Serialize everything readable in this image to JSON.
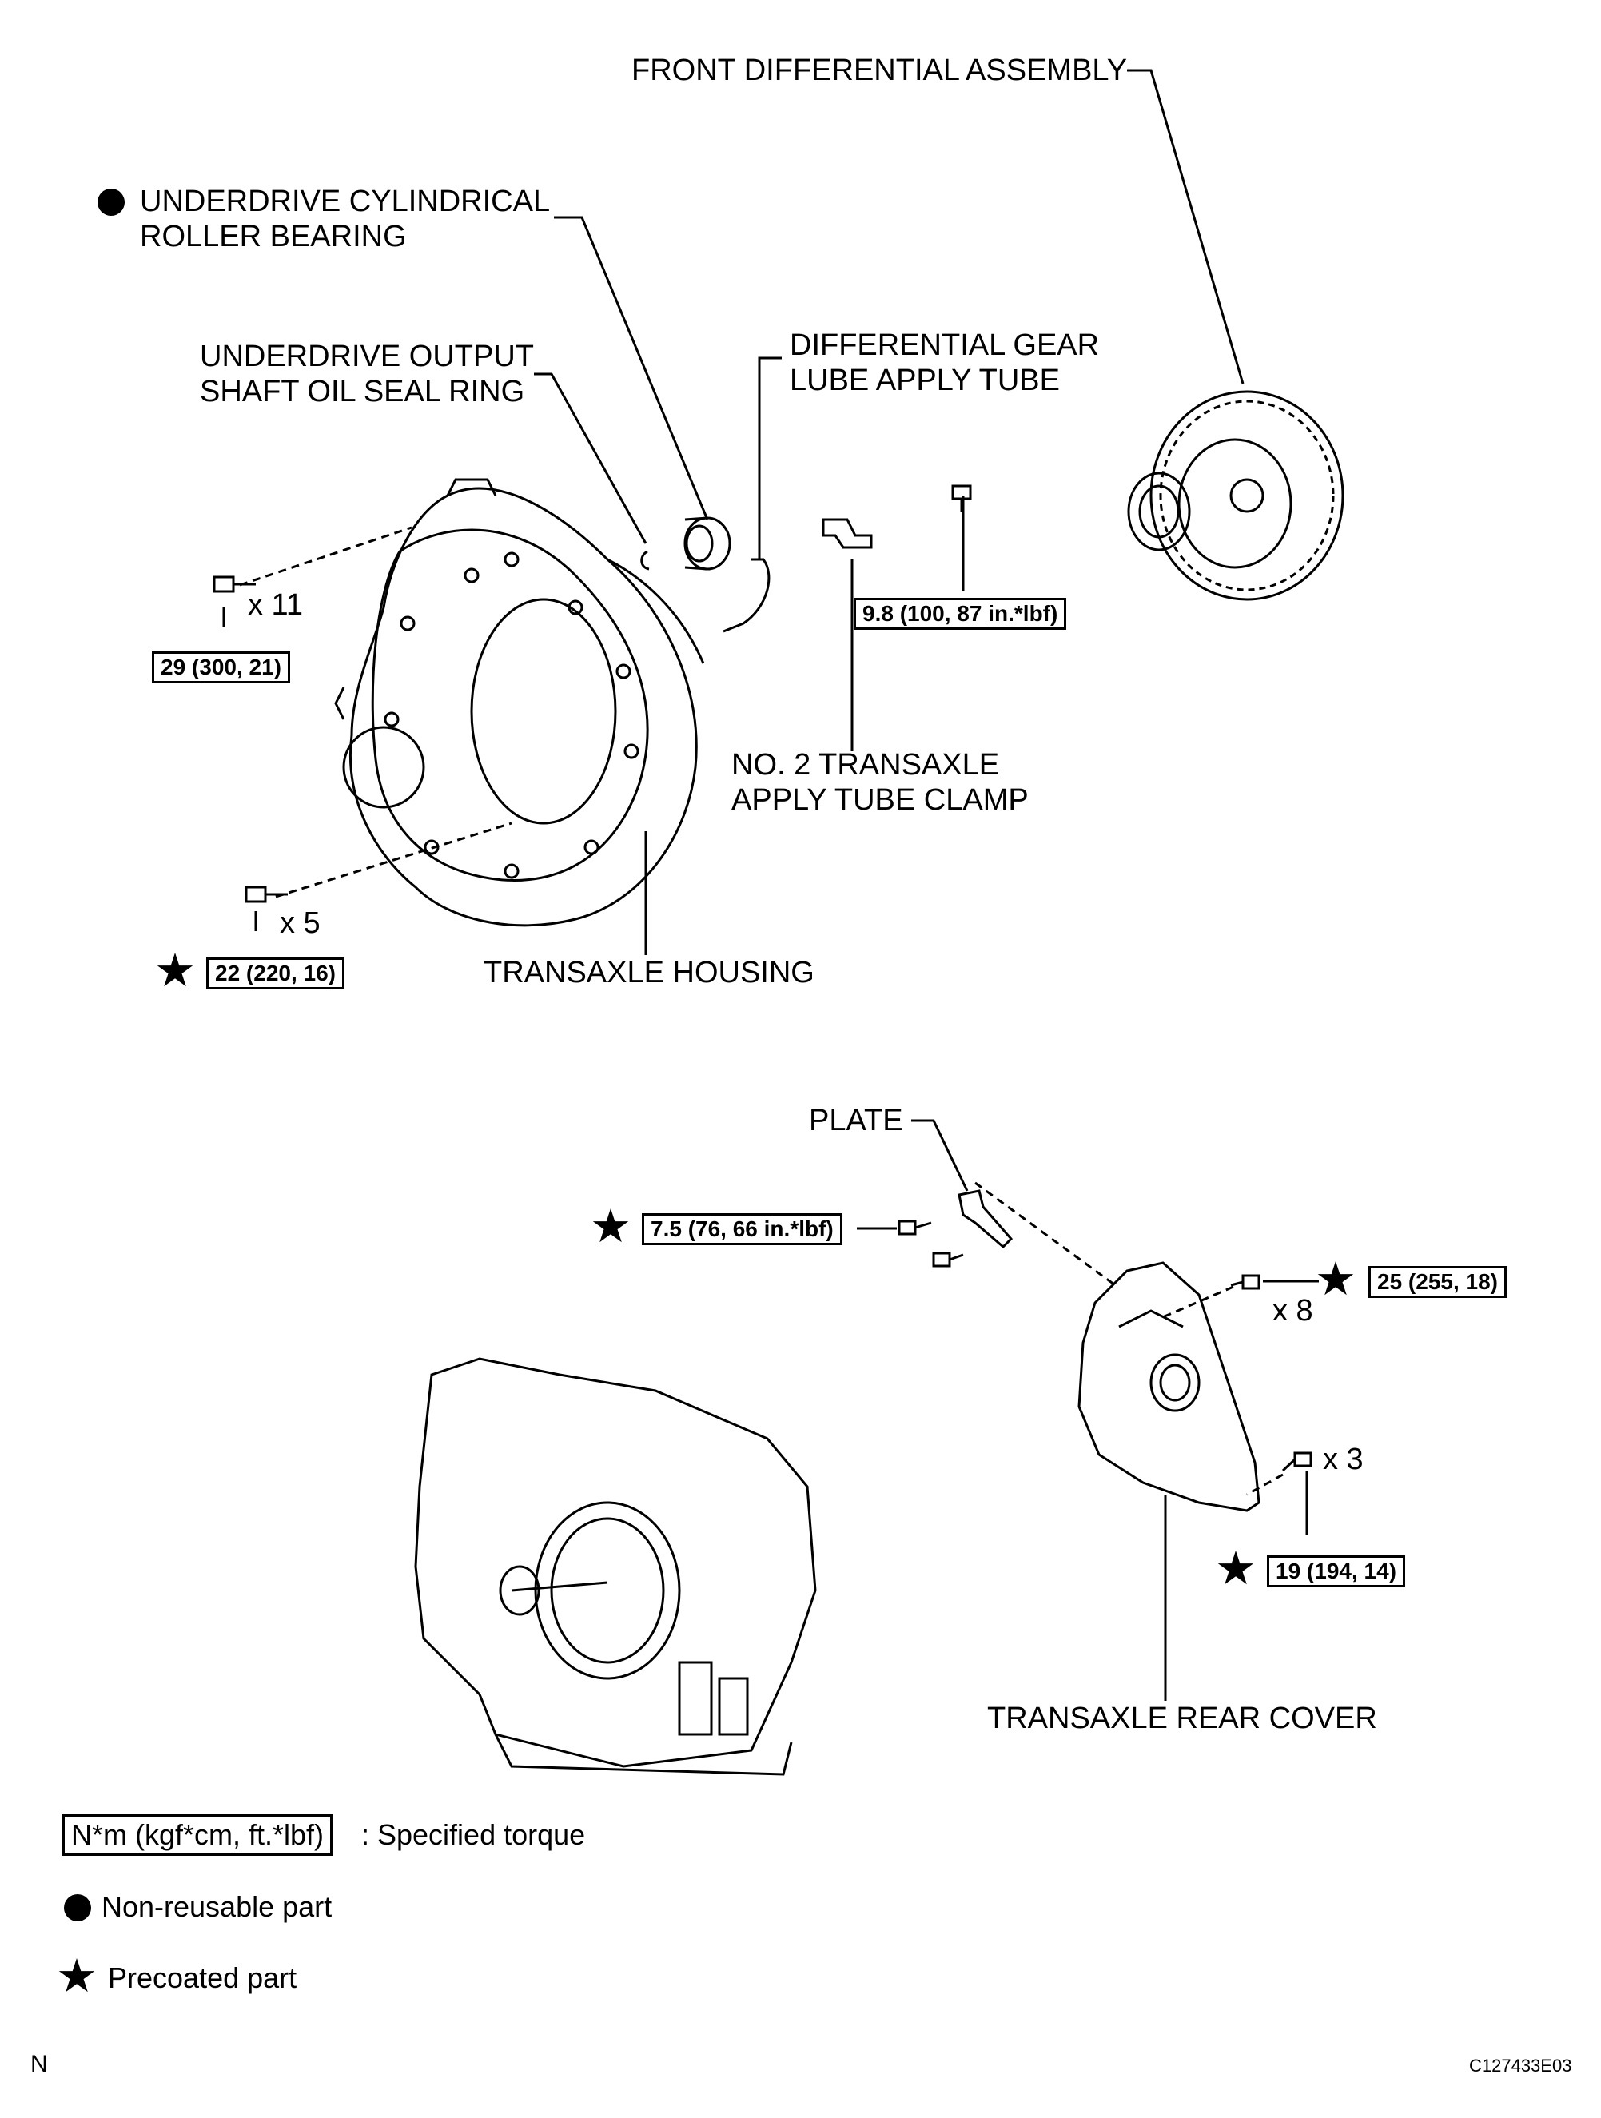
{
  "labels": {
    "front_differential": "FRONT DIFFERENTIAL ASSEMBLY",
    "roller_bearing_1": "UNDERDRIVE CYLINDRICAL",
    "roller_bearing_2": "ROLLER BEARING",
    "seal_ring_1": "UNDERDRIVE OUTPUT",
    "seal_ring_2": "SHAFT OIL SEAL RING",
    "lube_tube_1": "DIFFERENTIAL GEAR",
    "lube_tube_2": "LUBE APPLY TUBE",
    "tube_clamp_1": "NO. 2 TRANSAXLE",
    "tube_clamp_2": "APPLY TUBE CLAMP",
    "transaxle_housing": "TRANSAXLE HOUSING",
    "plate": "PLATE",
    "rear_cover": "TRANSAXLE REAR COVER"
  },
  "quantities": {
    "housing_bolts_top": "x 11",
    "housing_bolts_bottom": "x 5",
    "rear_cover_bolts_a": "x 8",
    "rear_cover_bolts_b": "x 3"
  },
  "torques": {
    "housing_top": "29 (300, 21)",
    "housing_bottom": "22 (220, 16)",
    "clamp_bolt": "9.8 (100, 87 in.*lbf)",
    "plate_bolt": "7.5 (76, 66 in.*lbf)",
    "rear_cover_a": "25 (255, 18)",
    "rear_cover_b": "19 (194, 14)"
  },
  "legend": {
    "torque_unit": "N*m (kgf*cm, ft.*lbf)",
    "torque_desc": ": Specified torque",
    "non_reusable": "Non-reusable part",
    "precoated": "Precoated part"
  },
  "footer": {
    "orientation": "N",
    "code": "C127433E03"
  },
  "symbols": {
    "star": "★"
  }
}
